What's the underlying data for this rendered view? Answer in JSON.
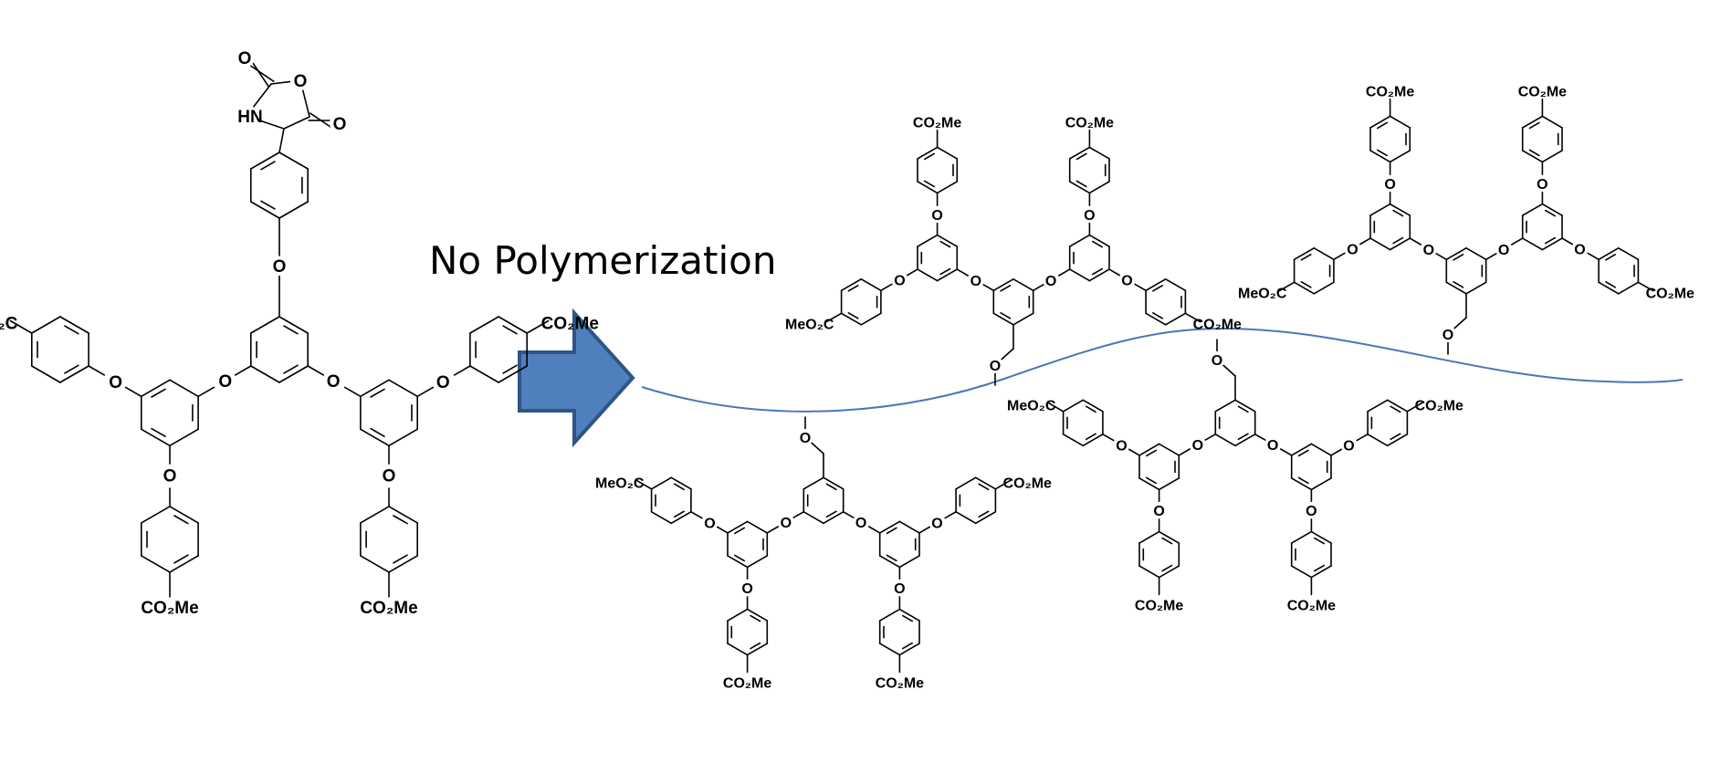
{
  "caption": "No Polymerization",
  "colors": {
    "arrow_fill": "#4f7fbc",
    "arrow_stroke": "#2e5585",
    "surface_line": "#4a76b8",
    "bond": "#000000"
  },
  "labels": {
    "oxygen": "O",
    "nca_nh": "HN",
    "ester_left": "MeO₂C",
    "ester_right": "CO₂Me"
  },
  "grafted_dendrons": 4
}
